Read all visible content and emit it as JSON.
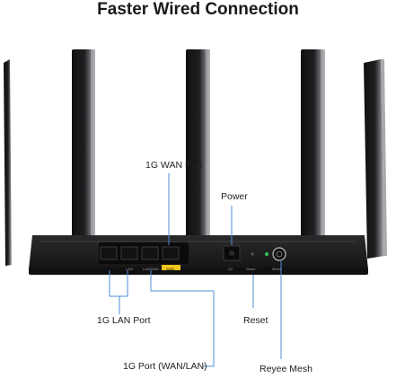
{
  "title": "Faster Wired Connection",
  "labels": {
    "wan_port": "1G WAN Port",
    "power": "Power",
    "lan_port": "1G LAN Port",
    "reset": "Reset",
    "port_wan_lan": "1G Port (WAN/LAN)",
    "reyee_mesh": "Reyee Mesh"
  },
  "panel_labels": {
    "lan": "LAN",
    "lan_wan": "LAN/WAN",
    "wan": "WAN",
    "dc": "DC",
    "reset": "Reset",
    "mesh": "Mesh"
  },
  "colors": {
    "router_body": "#1b1b1d",
    "antenna": "#202022",
    "antenna_highlight": "#8d8f94",
    "wan_port_accent": "#f0c419",
    "callout_line": "#4f8fd6",
    "status_led": "#35c45b"
  }
}
